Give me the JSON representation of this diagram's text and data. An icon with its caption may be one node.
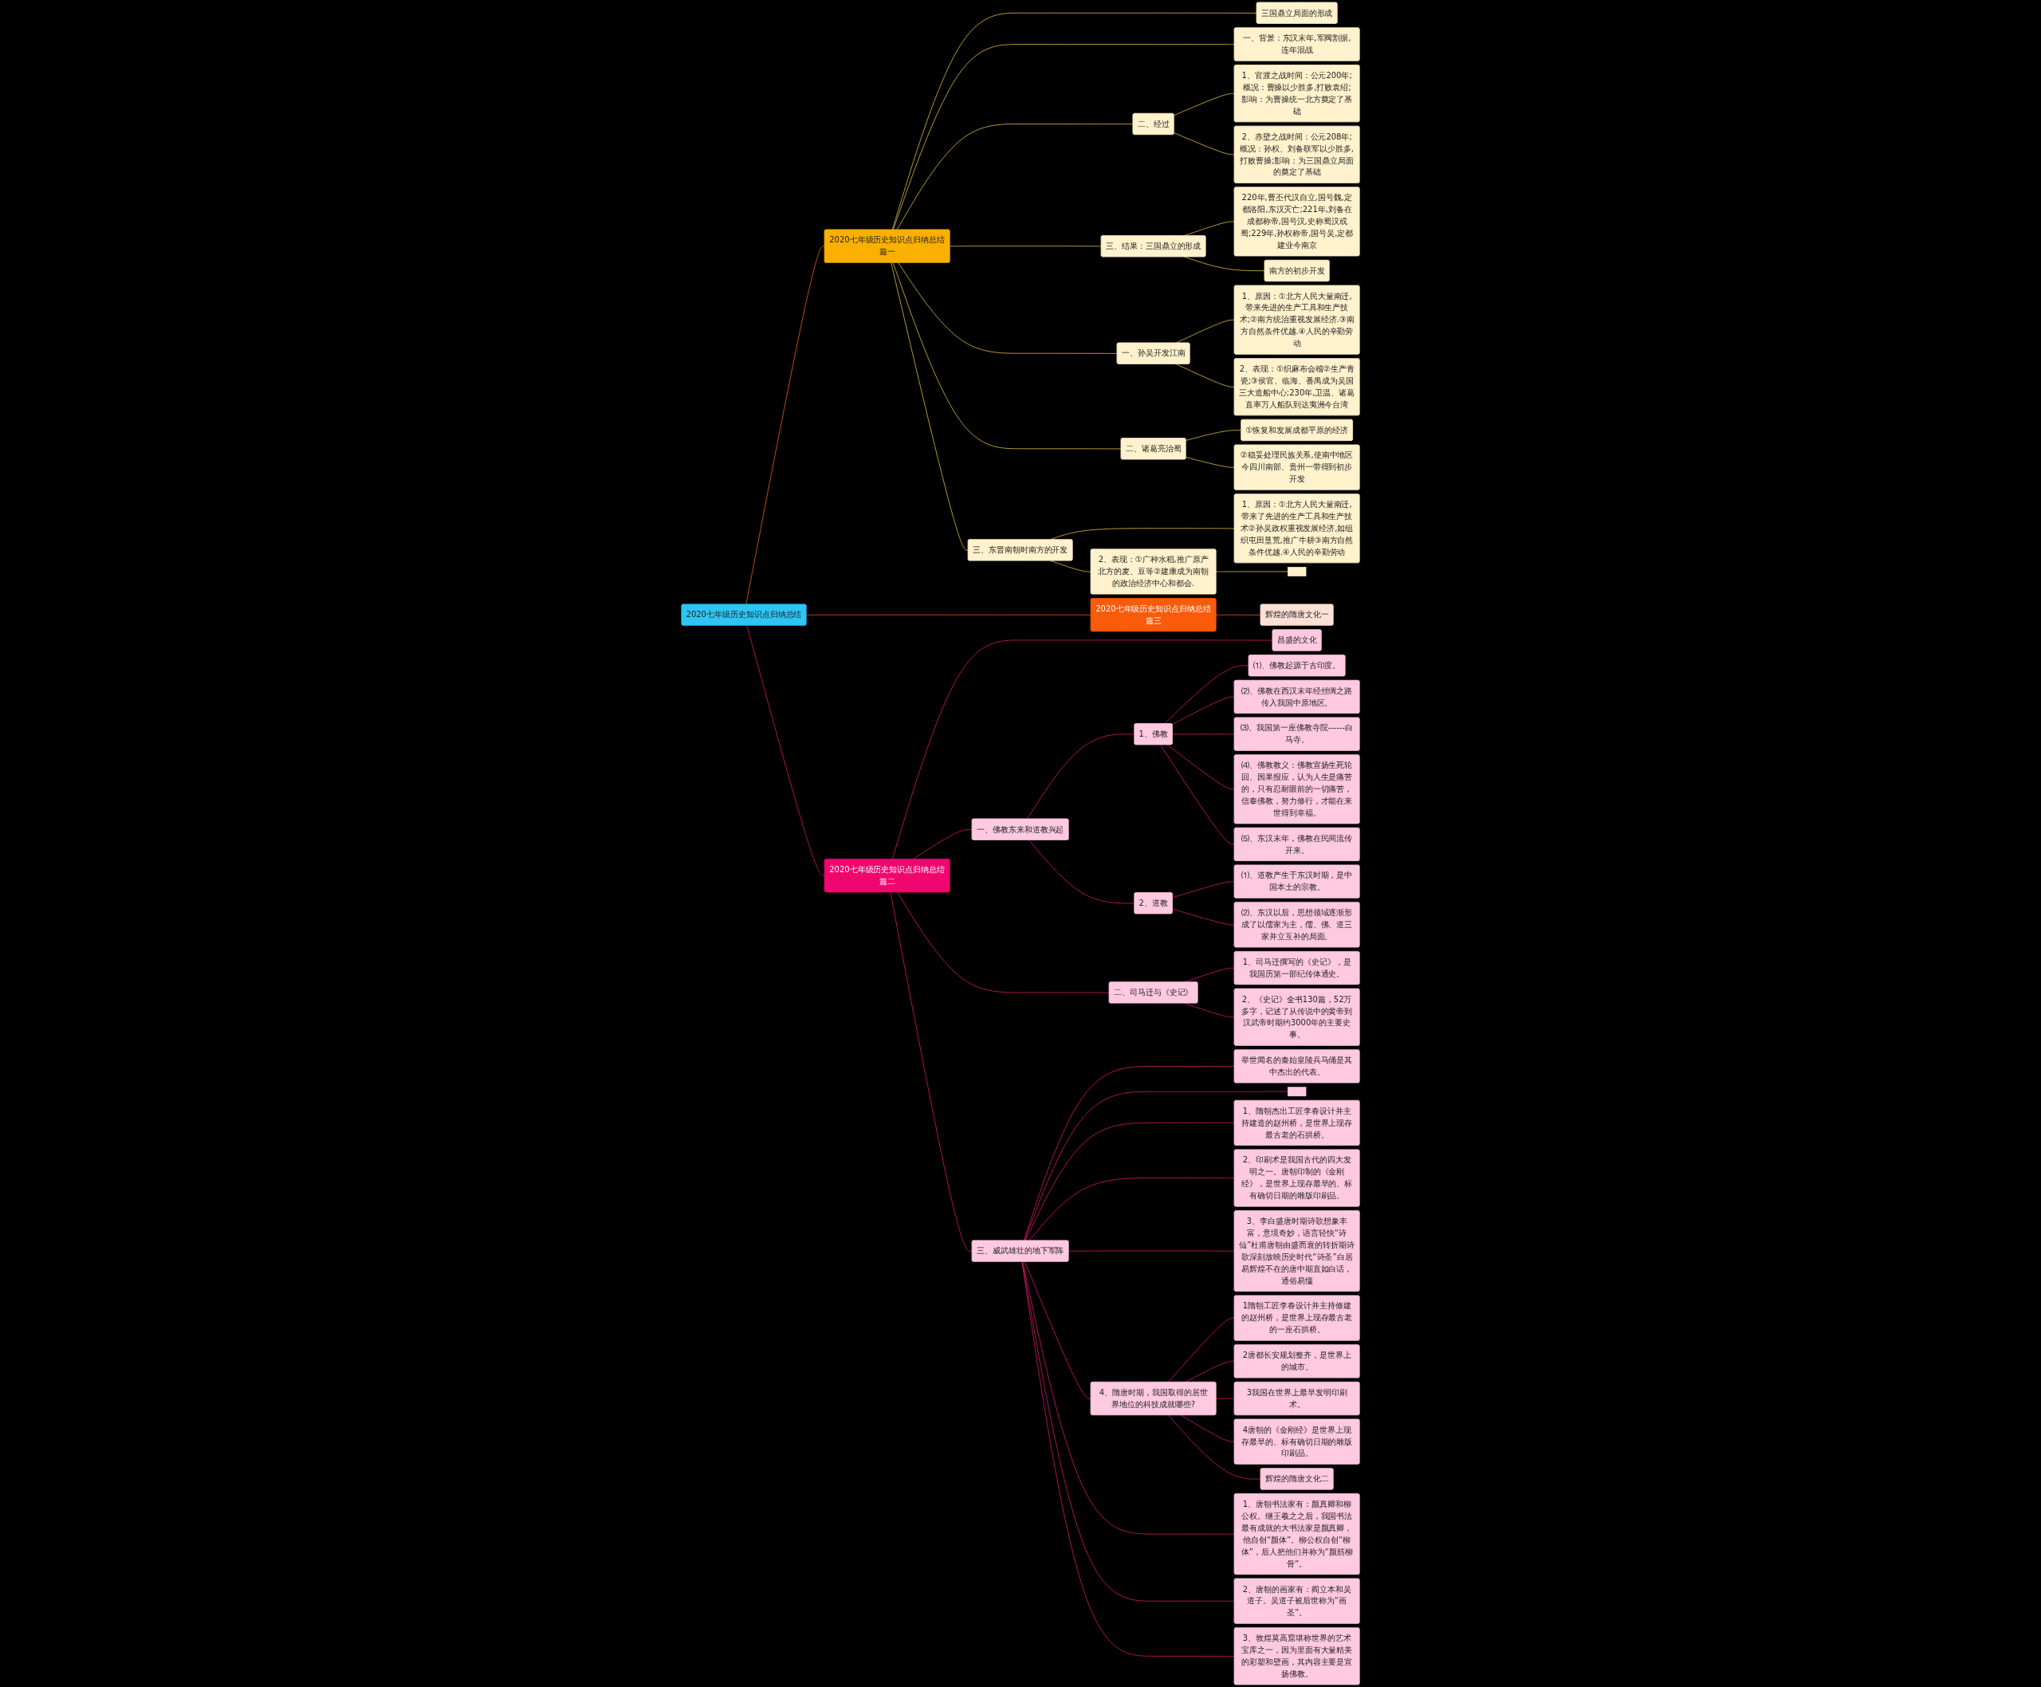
{
  "diagram": {
    "nodes": [
      {
        "text": [
          "2020七年级历史知识点归纳总结"
        ]
      },
      {
        "text": [
          "2020七年级历史知识点归纳总结篇一"
        ]
      },
      {
        "text": [
          "三国鼎立局面的形成"
        ]
      },
      {
        "text": [
          "一、背景：东汉末年,军阀割据,连年混战"
        ]
      },
      {
        "text": [
          "二、经过"
        ]
      },
      {
        "text": [
          "1、官渡之战时间：公元200年;概况：曹操以少胜多,打败袁绍;影响：为曹操统一北方奠定了基础"
        ]
      },
      {
        "text": [
          "2、赤壁之战时间：公元208年;概况：孙权、刘备联军以少胜多,打败曹操;影响：为三国鼎立局面的奠定了基础"
        ]
      },
      {
        "text": [
          "三、结果：三国鼎立的形成"
        ]
      },
      {
        "text": [
          "220年,曹丕代汉自立,国号魏,定都洛阳,东汉灭亡;221年,刘备在成都称帝,国号汉,史称蜀汉或蜀;229年,孙权称帝,国号吴,定都建业今南京"
        ]
      },
      {
        "text": [
          "南方的初步开发"
        ]
      },
      {
        "text": [
          "一、孙吴开发江南"
        ]
      },
      {
        "text": [
          "1、原因：①北方人民大量南迁,带来先进的生产工具和生产技术;②南方统治重视发展经济.③南方自然条件优越.④人民的辛勤劳动"
        ]
      },
      {
        "text": [
          "2、表现：①织麻布会稽②生产青瓷;③侯官、临海、番禺成为吴国三大造船中心;230年,卫温、诸葛直率万人船队到达夷洲今台湾"
        ]
      },
      {
        "text": [
          "二、诸葛亮治蜀"
        ]
      },
      {
        "text": [
          "①恢复和发展成都平原的经济"
        ]
      },
      {
        "text": [
          "②稳妥处理民族关系,使南中地区今四川南部、贵州一带得到初步开发"
        ]
      },
      {
        "text": [
          "三、东晋南朝时南方的开发"
        ]
      },
      {
        "text": [
          "1、原因：①北方人民大量南迁,带来了先进的生产工具和生产技术②孙吴政权重视发展经济,如组织屯田垦荒,推广牛耕③南方自然条件优越.④人民的辛勤劳动"
        ]
      },
      {
        "text": [
          "2、表现：①广种水稻,推广原产北方的麦、豆等②建康成为南朝的政治经济中心和都会."
        ]
      },
      {
        "text": [],
        "shape": "box"
      },
      {
        "text": [
          "2020七年级历史知识点归纳总结篇三"
        ]
      },
      {
        "text": [
          "辉煌的隋唐文化一"
        ]
      },
      {
        "text": [
          "2020七年级历史知识点归纳总结篇二"
        ]
      },
      {
        "text": [
          "昌盛的文化"
        ]
      },
      {
        "text": [
          "一、佛教东来和道教兴起"
        ]
      },
      {
        "text": [
          "1、佛教"
        ]
      },
      {
        "text": [
          "⑴、佛教起源于古印度。"
        ]
      },
      {
        "text": [
          "⑵、佛教在西汉末年经丝绸之路传入我国中原地区。"
        ]
      },
      {
        "text": [
          "⑶、我国第一座佛教寺院------白马寺。"
        ]
      },
      {
        "text": [
          "⑷、佛教教义：佛教宣扬生死轮回、因果报应，认为人生是痛苦的，只有忍耐眼前的一切痛苦，信奉佛教，努力修行，才能在来世得到幸福。"
        ]
      },
      {
        "text": [
          "⑸、东汉末年，佛教在民间流传开来。"
        ]
      },
      {
        "text": [
          "2、道教"
        ]
      },
      {
        "text": [
          "⑴、道教产生于东汉时期，是中国本土的宗教。"
        ]
      },
      {
        "text": [
          "⑵、东汉以后，思想领域逐渐形成了以儒家为主，儒、佛、道三家并立互补的局面。"
        ]
      },
      {
        "text": [
          "二、司马迁与《史记》"
        ]
      },
      {
        "text": [
          "1、司马迁撰写的《史记》，是我国历第一部纪传体通史。"
        ]
      },
      {
        "text": [
          "2、《史记》全书130篇，52万多字，记述了从传说中的黄帝到汉武帝时期约3000年的主要史事。"
        ]
      },
      {
        "text": [
          "三、威武雄壮的地下军阵"
        ]
      },
      {
        "text": [
          "举世闻名的秦始皇陵兵马俑是其中杰出的代表。"
        ]
      },
      {
        "text": [],
        "shape": "box"
      },
      {
        "text": [
          "1、隋朝杰出工匠李春设计并主持建造的赵州桥，是世界上现存最古老的石拱桥。"
        ]
      },
      {
        "text": [
          "2、印刷术是我国古代的四大发明之一。唐朝印制的《金刚经》，是世界上现存最早的、标有确切日期的雕版印刷品。"
        ]
      },
      {
        "text": [
          "3、李白盛唐时期诗歌想象丰富，意境奇妙，语言轻快“诗仙”杜甫唐朝由盛而衰的转折期诗歌深刻放映历史时代“诗圣”白居易辉煌不在的唐中期直如白话，通俗易懂"
        ]
      },
      {
        "text": [
          "4、隋唐时期，我国取得的居世界地位的科技成就哪些?"
        ]
      },
      {
        "text": [
          "1隋朝工匠李春设计并主持修建的赵州桥，是世界上现存最古老的一座石拱桥。"
        ]
      },
      {
        "text": [
          "2唐都长安规划整齐，是世界上的城市。"
        ]
      },
      {
        "text": [
          "3我国在世界上最早发明印刷术。"
        ]
      },
      {
        "text": [
          "4唐朝的《金刚经》是世界上现存最早的、标有确切日期的雕版印刷品。"
        ]
      },
      {
        "text": [
          "辉煌的隋唐文化二"
        ]
      },
      {
        "text": [
          "1、唐朝书法家有：颜真卿和柳公权。继王羲之之后，我国书法最有成就的大书法家是颜真卿，他自创“颜体”。柳公权自创“柳体”，后人把他们并称为“颜筋柳骨”。"
        ]
      },
      {
        "text": [
          "2、唐朝的画家有：阎立本和吴道子。吴道子被后世称为“画圣”。"
        ]
      },
      {
        "text": [
          "3、敦煌莫高窟堪称世界的艺术宝库之一，因为里面有大量精美的彩塑和壁画，其内容主要是宣扬佛教。"
        ]
      }
    ],
    "edges": [
      {
        "from": 0,
        "to": 1,
        "arrow": "none",
        "color": "#f26522"
      },
      {
        "from": 1,
        "to": 2,
        "arrow": "none",
        "color": "#e8c547"
      },
      {
        "from": 1,
        "to": 3,
        "arrow": "none",
        "color": "#e8c547"
      },
      {
        "from": 1,
        "to": 4,
        "arrow": "none",
        "color": "#e8c547"
      },
      {
        "from": 4,
        "to": 5,
        "arrow": "none",
        "color": "#e8c547"
      },
      {
        "from": 4,
        "to": 6,
        "arrow": "none",
        "color": "#e8c547"
      },
      {
        "from": 1,
        "to": 7,
        "arrow": "none",
        "color": "#e8c547"
      },
      {
        "from": 7,
        "to": 8,
        "arrow": "none",
        "color": "#e8c547"
      },
      {
        "from": 7,
        "to": 9,
        "arrow": "none",
        "color": "#e8c547"
      },
      {
        "from": 1,
        "to": 10,
        "arrow": "none",
        "color": "#e8c547"
      },
      {
        "from": 10,
        "to": 11,
        "arrow": "none",
        "color": "#e8c547"
      },
      {
        "from": 10,
        "to": 12,
        "arrow": "none",
        "color": "#e8c547"
      },
      {
        "from": 1,
        "to": 13,
        "arrow": "none",
        "color": "#e8c547"
      },
      {
        "from": 13,
        "to": 14,
        "arrow": "none",
        "color": "#e8c547"
      },
      {
        "from": 13,
        "to": 15,
        "arrow": "none",
        "color": "#e8c547"
      },
      {
        "from": 1,
        "to": 16,
        "arrow": "none",
        "color": "#e8c547"
      },
      {
        "from": 16,
        "to": 17,
        "arrow": "none",
        "color": "#e8c547"
      },
      {
        "from": 16,
        "to": 18,
        "arrow": "none",
        "color": "#e8c547"
      },
      {
        "from": 18,
        "to": 19,
        "arrow": "none",
        "color": "#e8c547"
      },
      {
        "from": 0,
        "to": 20,
        "arrow": "none",
        "color": "#f26522"
      },
      {
        "from": 20,
        "to": 21,
        "arrow": "none",
        "color": "#f26522"
      },
      {
        "from": 0,
        "to": 22,
        "arrow": "none"
      },
      {
        "from": 22,
        "to": 23,
        "arrow": "none"
      },
      {
        "from": 22,
        "to": 24,
        "arrow": "none"
      },
      {
        "from": 24,
        "to": 25,
        "arrow": "none"
      },
      {
        "from": 25,
        "to": 26,
        "arrow": "none"
      },
      {
        "from": 25,
        "to": 27,
        "arrow": "none"
      },
      {
        "from": 25,
        "to": 28,
        "arrow": "none"
      },
      {
        "from": 25,
        "to": 29,
        "arrow": "none"
      },
      {
        "from": 25,
        "to": 30,
        "arrow": "none"
      },
      {
        "from": 24,
        "to": 31,
        "arrow": "none"
      },
      {
        "from": 31,
        "to": 32,
        "arrow": "none"
      },
      {
        "from": 31,
        "to": 33,
        "arrow": "none"
      },
      {
        "from": 22,
        "to": 34,
        "arrow": "none"
      },
      {
        "from": 34,
        "to": 35,
        "arrow": "none"
      },
      {
        "from": 34,
        "to": 36,
        "arrow": "none"
      },
      {
        "from": 22,
        "to": 37,
        "arrow": "none"
      },
      {
        "from": 37,
        "to": 38,
        "arrow": "none"
      },
      {
        "from": 37,
        "to": 39,
        "arrow": "none"
      },
      {
        "from": 37,
        "to": 40,
        "arrow": "none"
      },
      {
        "from": 37,
        "to": 41,
        "arrow": "none"
      },
      {
        "from": 37,
        "to": 42,
        "arrow": "none"
      },
      {
        "from": 37,
        "to": 43,
        "arrow": "none"
      },
      {
        "from": 43,
        "to": 44,
        "arrow": "none"
      },
      {
        "from": 43,
        "to": 45,
        "arrow": "none"
      },
      {
        "from": 43,
        "to": 46,
        "arrow": "none"
      },
      {
        "from": 43,
        "to": 47,
        "arrow": "none"
      },
      {
        "from": 43,
        "to": 48,
        "arrow": "none"
      },
      {
        "from": 37,
        "to": 49,
        "arrow": "none"
      },
      {
        "from": 37,
        "to": 50,
        "arrow": "none"
      },
      {
        "from": 37,
        "to": 51,
        "arrow": "none"
      }
    ]
  }
}
